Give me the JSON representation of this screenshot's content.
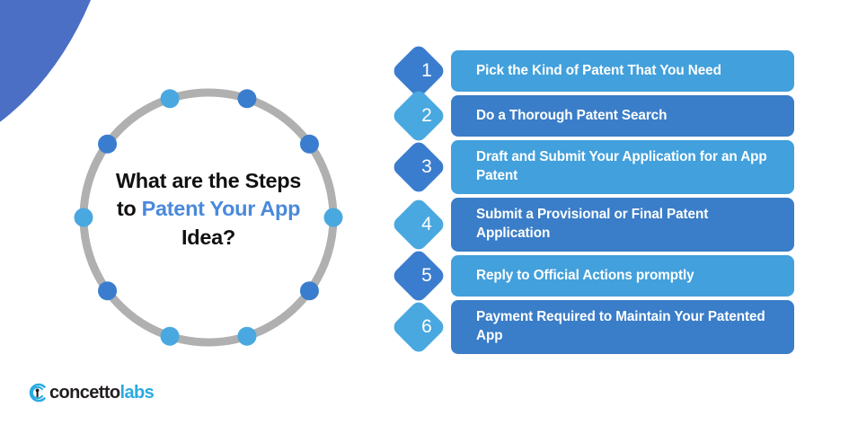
{
  "theme": {
    "background": "#ffffff",
    "blob_blue": "#4a6fc4",
    "ring_gray": "#b0b0b0",
    "accent_blue": "#4a89dc",
    "bar_light": "#42a0dc",
    "bar_dark": "#3a7dc8",
    "diamond_dark": "#3a7dce",
    "diamond_light": "#49a8e0",
    "title_text": "#111111",
    "step_text": "#ffffff"
  },
  "title": {
    "line1": "What are the Steps",
    "line2_prefix": "to ",
    "line2_highlight": "Patent Your App",
    "line3": "Idea?"
  },
  "ring": {
    "dot_count": 10,
    "dot_colors": [
      "#3a7dce",
      "#3a7dce",
      "#49a8e0",
      "#3a7dce",
      "#49a8e0",
      "#49a8e0",
      "#3a7dce",
      "#49a8e0",
      "#3a7dce",
      "#49a8e0"
    ]
  },
  "logo": {
    "name_dark": "concetto",
    "name_blue": "labs",
    "mark": "circle-person-icon"
  },
  "steps": [
    {
      "number": "1",
      "label": "Pick the Kind of Patent That You Need",
      "tone": "light",
      "lines": 1
    },
    {
      "number": "2",
      "label": "Do a Thorough Patent Search",
      "tone": "dark",
      "lines": 1
    },
    {
      "number": "3",
      "label": "Draft and Submit Your Application for an App Patent",
      "tone": "light",
      "lines": 2
    },
    {
      "number": "4",
      "label": "Submit a Provisional or Final Patent Application",
      "tone": "dark",
      "lines": 2
    },
    {
      "number": "5",
      "label": "Reply to Official Actions promptly",
      "tone": "light",
      "lines": 1
    },
    {
      "number": "6",
      "label": "Payment Required to Maintain Your Patented App",
      "tone": "dark",
      "lines": 2
    }
  ]
}
